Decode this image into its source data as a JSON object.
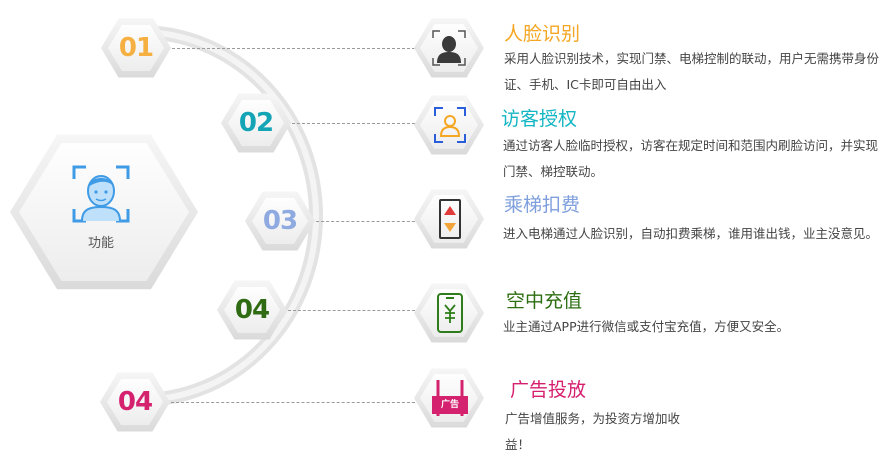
{
  "center": {
    "label": "功能",
    "icon": "face-scan-icon"
  },
  "items": [
    {
      "number": "01",
      "number_color": "#f5b041",
      "title": "人脸识别",
      "title_color": "#f5a623",
      "desc": "采用人脸识别技术，实现门禁、电梯控制的联动，用户无需携带身份证、手机、IC卡即可自由出入",
      "icon": "person-silhouette-icon"
    },
    {
      "number": "02",
      "number_color": "#13a4b5",
      "title": "访客授权",
      "title_color": "#15b6c4",
      "desc": "通过访客人脸临时授权，访客在规定时间和范围内刷脸访问，并实现门禁、梯控联动。",
      "icon": "visitor-badge-icon"
    },
    {
      "number": "03",
      "number_color": "#8eaae0",
      "title": "乘梯扣费",
      "title_color": "#7fa0dc",
      "desc": "进入电梯通过人脸识别，自动扣费乘梯，谁用谁出钱，业主没意见。",
      "icon": "elevator-buttons-icon"
    },
    {
      "number": "04",
      "number_color": "#2e6b12",
      "title": "空中充值",
      "title_color": "#2d6e12",
      "desc": "业主通过APP进行微信或支付宝充值，方便又安全。",
      "icon": "phone-yuan-icon"
    },
    {
      "number": "04",
      "number_color": "#d4226f",
      "title": "广告投放",
      "title_color": "#d61f6f",
      "desc": "广告增值服务，为投资方增加收益！",
      "icon": "billboard-icon",
      "icon_text": "广告"
    }
  ]
}
